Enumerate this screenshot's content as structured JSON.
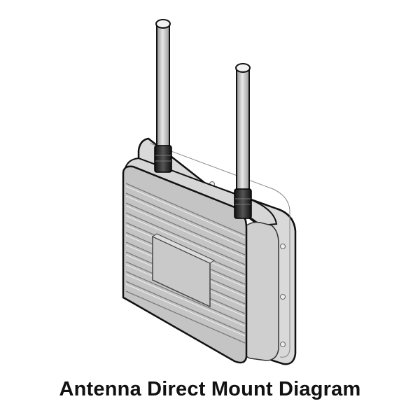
{
  "caption": "Antenna Direct Mount Diagram",
  "illustration": {
    "subject": "outdoor wireless access point enclosure",
    "antennas": [
      {
        "name": "left-antenna",
        "mount": "direct"
      },
      {
        "name": "right-antenna",
        "mount": "direct"
      }
    ],
    "features": [
      "cooling fins",
      "label plate",
      "mounting flange",
      "screw holes"
    ]
  },
  "colors": {
    "background": "#ffffff",
    "body": "#c4c4c4",
    "body_light": "#d9d9d9",
    "outline": "#111111",
    "antenna_whip": "#bdbdbd",
    "antenna_base": "#2a2a2a"
  }
}
